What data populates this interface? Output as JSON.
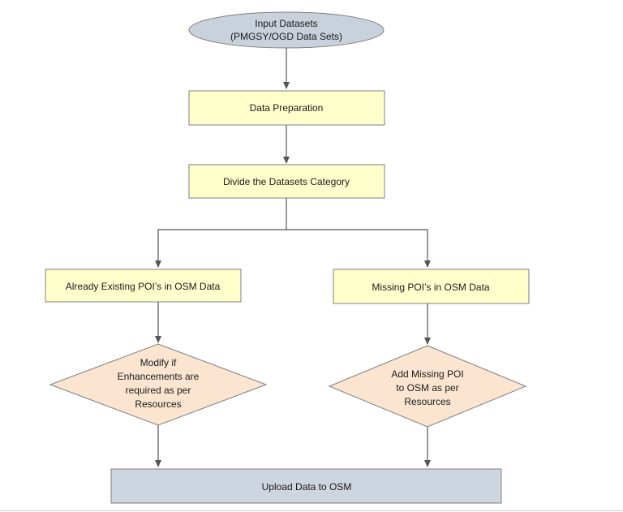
{
  "flowchart": {
    "start": {
      "line1": "Input Datasets",
      "line2": "(PMGSY/OGD Data Sets)"
    },
    "data_preparation": "Data Preparation",
    "divide_category": "Divide the Datasets Category",
    "existing_pois": "Already Existing POI’s  in OSM Data",
    "missing_pois": "Missing POI’s in OSM Data",
    "modify_decision": {
      "line1": "Modify if",
      "line2": "Enhancements are",
      "line3": "required as per",
      "line4": "Resources"
    },
    "add_decision": {
      "line1": "Add Missing POI",
      "line2": "to OSM as per",
      "line3": "Resources"
    },
    "upload": "Upload Data to OSM"
  },
  "colors": {
    "ellipse_fill": "#c9d1dc",
    "process_fill": "#ffffcc",
    "decision_fill": "#fbe5d0",
    "upload_fill": "#cdd5e0",
    "outline": "#7f7f7f",
    "connector": "#555555"
  }
}
